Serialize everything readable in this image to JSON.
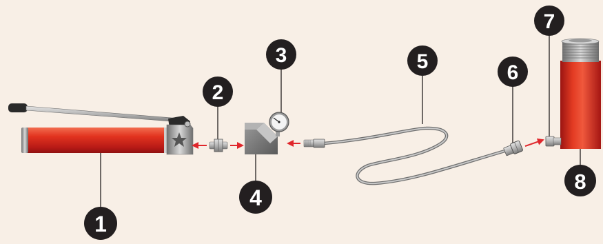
{
  "diagram": {
    "callouts": [
      {
        "label": "1",
        "part": "hand-pump"
      },
      {
        "label": "2",
        "part": "coupler"
      },
      {
        "label": "3",
        "part": "pressure-gauge"
      },
      {
        "label": "4",
        "part": "gauge-adaptor"
      },
      {
        "label": "5",
        "part": "hydraulic-hose"
      },
      {
        "label": "6",
        "part": "hose-coupler"
      },
      {
        "label": "7",
        "part": "cylinder-coupler"
      },
      {
        "label": "8",
        "part": "hydraulic-cylinder"
      }
    ],
    "colors": {
      "background": "#f8efe6",
      "callout_fill": "#231f20",
      "callout_text": "#ffffff",
      "arrow": "#e0262b",
      "body_red": "#d8281f",
      "metal_gray": "#8a8a8a"
    }
  }
}
